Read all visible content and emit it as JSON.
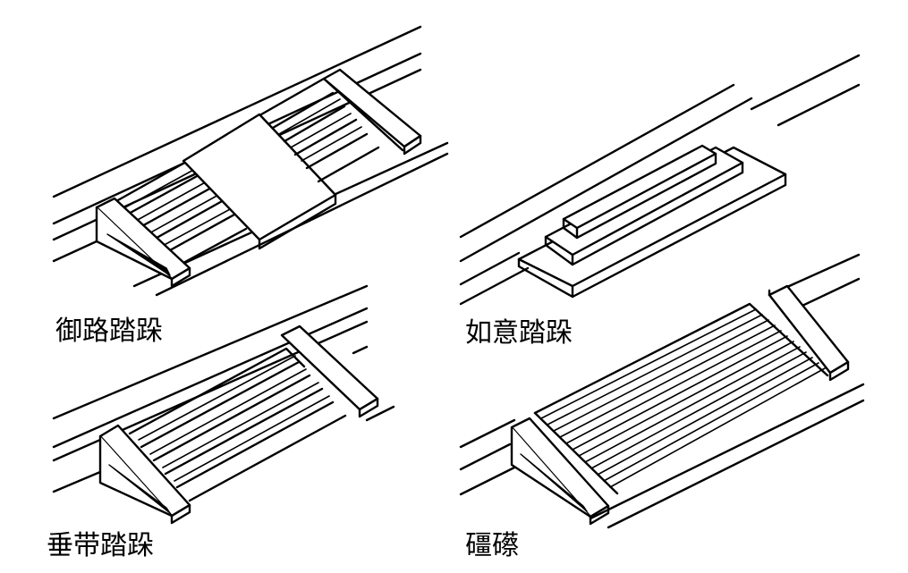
{
  "diagrams": [
    {
      "id": "yulu",
      "caption": "御路踏跺"
    },
    {
      "id": "ruyi",
      "caption": "如意踏跺"
    },
    {
      "id": "chuidai",
      "caption": "垂带踏跺"
    },
    {
      "id": "jiangca",
      "caption": "礓礤"
    }
  ]
}
